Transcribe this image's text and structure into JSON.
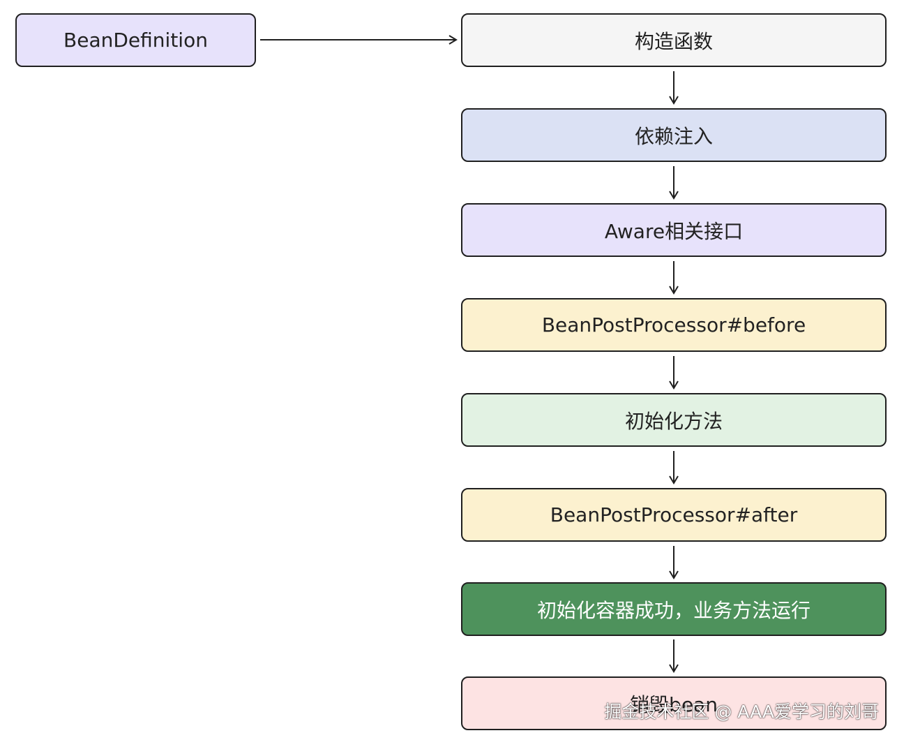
{
  "diagram": {
    "source_node": {
      "label": "BeanDefinition",
      "color": "#e7e2fb"
    },
    "flow_nodes": [
      {
        "label": "构造函数",
        "color": "#f5f5f5",
        "text_color": "#222222"
      },
      {
        "label": "依赖注入",
        "color": "#dbe1f4",
        "text_color": "#222222"
      },
      {
        "label": "Aware相关接口",
        "color": "#e7e2fb",
        "text_color": "#222222"
      },
      {
        "label": "BeanPostProcessor#before",
        "color": "#fcf1cf",
        "text_color": "#222222"
      },
      {
        "label": "初始化方法",
        "color": "#e2f2e3",
        "text_color": "#222222"
      },
      {
        "label": "BeanPostProcessor#after",
        "color": "#fcf1cf",
        "text_color": "#222222"
      },
      {
        "label": "初始化容器成功，业务方法运行",
        "color": "#4e925c",
        "text_color": "#ffffff"
      },
      {
        "label": "销毁bean",
        "color": "#fde3e3",
        "text_color": "#222222"
      }
    ]
  },
  "watermark": "掘金技术社区 @ AAA爱学习的刘哥"
}
